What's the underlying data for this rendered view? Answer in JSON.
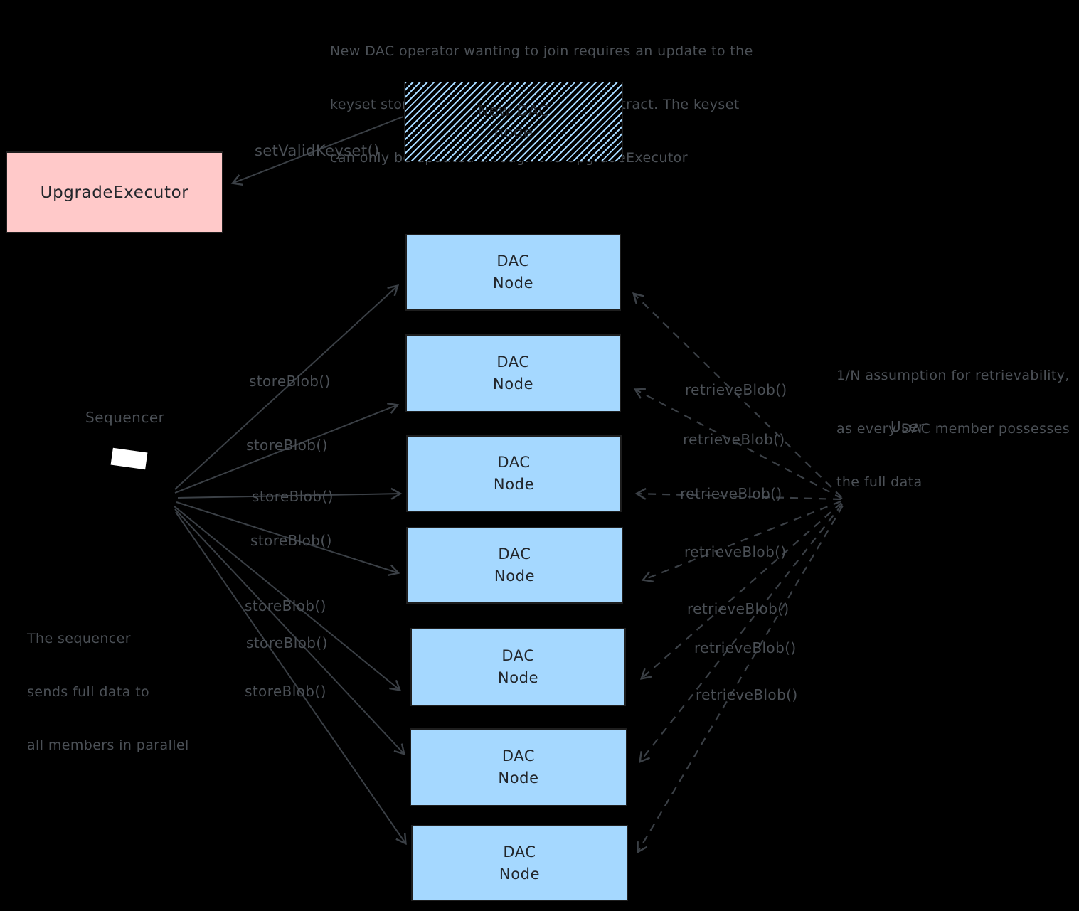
{
  "colors": {
    "background": "#000000",
    "dac_node_fill": "#a5d8ff",
    "upgrade_executor_fill": "#ffc9c9",
    "stroke_dark": "#1e1e1e",
    "annotation_text": "#4b5056",
    "arrow": "#3b4046",
    "box_text": "#22262b",
    "sequencer_screen": "#ffffff"
  },
  "notes": {
    "top": [
      "New DAC operator wanting to join requires an update to the",
      "keyset stored in the sequencer inbox contract. The keyset",
      "can only be updated through the UpgradeExecutor"
    ],
    "right": [
      "1/N assumption for retrievability,",
      "as every DAC member possesses",
      "the full data"
    ],
    "left": [
      "The sequencer",
      "sends full data to",
      "all members in parallel"
    ]
  },
  "nodes": {
    "upgrade_executor": "UpgradeExecutor",
    "new_dac_node": [
      "New DAC",
      "node"
    ],
    "sequencer": "Sequencer",
    "user": "User",
    "dac_node": [
      "DAC",
      "Node"
    ],
    "dac_node_count": 7
  },
  "edge_labels": {
    "set_valid_keyset": "setValidKeyset()",
    "store_blob": [
      "storeBlob()",
      "storeBlob()",
      "storeBlob()",
      "storeBlob()",
      "storeBlob()",
      "storeBlob()",
      "storeBlob()"
    ],
    "retrieve_blob": [
      "retrieveBlob()",
      "retrieveBlob()",
      "retrieveBlob()",
      "retrieveBlob()",
      "retrieveBlob()",
      "retrieveBlob()",
      "retrieveBlob()"
    ]
  }
}
